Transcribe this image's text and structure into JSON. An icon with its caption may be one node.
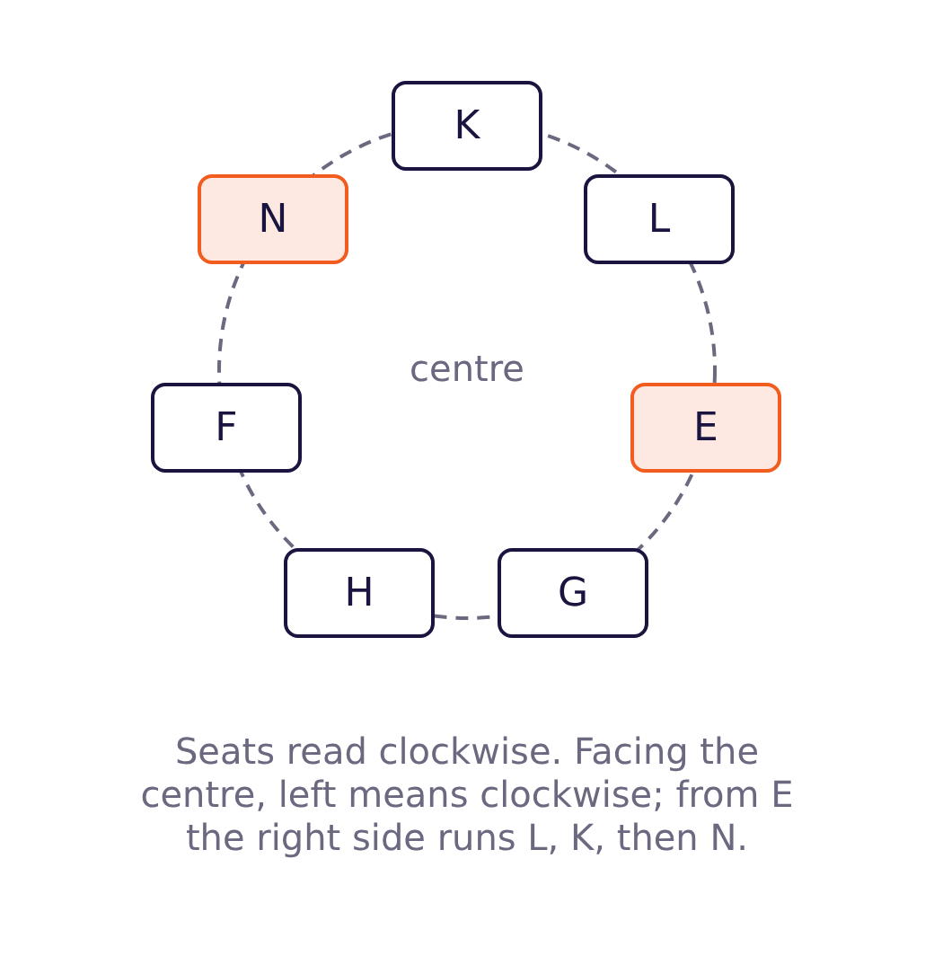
{
  "diagram": {
    "caption": "Seats read clockwise. Facing the centre, left means clockwise; from E the right side runs L, K, then N.",
    "nodes": [
      {
        "text": [
          "K"
        ]
      },
      {
        "text": [
          "N"
        ]
      },
      {
        "text": [
          "L"
        ]
      },
      {
        "text": [
          "E"
        ]
      },
      {
        "text": [
          "F"
        ]
      },
      {
        "text": [
          "H"
        ]
      },
      {
        "text": [
          "G"
        ]
      }
    ],
    "labels": [
      "centre"
    ]
  }
}
